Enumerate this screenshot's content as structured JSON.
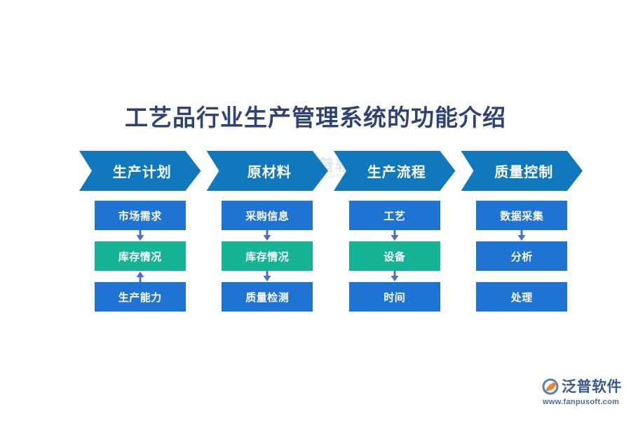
{
  "page": {
    "title": "工艺品行业生产管理系统的功能介绍",
    "background_color": "#ffffff",
    "title_color": "#2e4372"
  },
  "colors": {
    "chevron_blue": "#1278bd",
    "node_blue": "#1f73d2",
    "node_teal": "#16b395",
    "arrow_blue": "#4a6fc4",
    "brand_text": "#3b5a8c",
    "brand_url": "#4a6ea0"
  },
  "watermark": {
    "icon": "fanpu-logo-icon",
    "cn": "泛普软件",
    "en": "FANPU SOFTWARE"
  },
  "diagram": {
    "type": "flow",
    "stages": [
      {
        "label": "生产计划",
        "icon": "chevron-right-icon"
      },
      {
        "label": "原材料",
        "icon": "chevron-right-icon"
      },
      {
        "label": "生产流程",
        "icon": "chevron-right-icon"
      },
      {
        "label": "质量控制",
        "icon": "chevron-right-icon"
      }
    ],
    "columns": [
      {
        "stage": "生产计划",
        "nodes": [
          {
            "label": "市场需求",
            "color": "blue"
          },
          {
            "label": "库存情况",
            "color": "teal"
          },
          {
            "label": "生产能力",
            "color": "blue"
          }
        ],
        "connectors": [
          {
            "direction": "down",
            "icon": "arrow-down-icon"
          },
          {
            "direction": "up",
            "icon": "arrow-up-icon"
          }
        ]
      },
      {
        "stage": "原材料",
        "nodes": [
          {
            "label": "采购信息",
            "color": "blue"
          },
          {
            "label": "库存情况",
            "color": "teal"
          },
          {
            "label": "质量检测",
            "color": "blue"
          }
        ],
        "connectors": [
          {
            "direction": "down",
            "icon": "arrow-down-icon"
          },
          {
            "direction": "down",
            "icon": "arrow-down-icon"
          }
        ]
      },
      {
        "stage": "生产流程",
        "nodes": [
          {
            "label": "工艺",
            "color": "blue"
          },
          {
            "label": "设备",
            "color": "teal"
          },
          {
            "label": "时间",
            "color": "blue"
          }
        ],
        "connectors": [
          {
            "direction": "down",
            "icon": "arrow-down-icon"
          },
          {
            "direction": "down",
            "icon": "arrow-down-icon"
          }
        ]
      },
      {
        "stage": "质量控制",
        "nodes": [
          {
            "label": "数据采集",
            "color": "blue"
          },
          {
            "label": "分析",
            "color": "blue"
          },
          {
            "label": "处理",
            "color": "blue"
          }
        ],
        "connectors": [
          {
            "direction": "down",
            "icon": "arrow-down-icon"
          },
          {
            "direction": "none",
            "icon": ""
          }
        ]
      }
    ]
  },
  "brand": {
    "icon": "fanpu-logo-icon",
    "name": "泛普软件",
    "url": "www.fanpusoft.com"
  }
}
